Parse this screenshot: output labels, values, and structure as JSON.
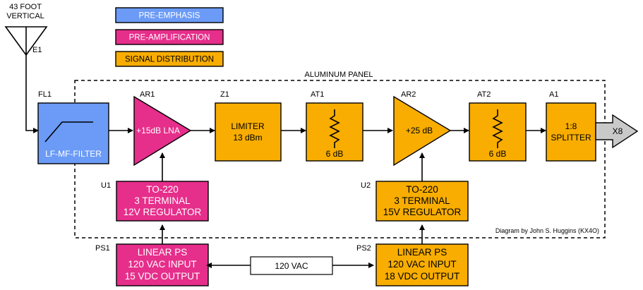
{
  "colors": {
    "blue": "#6b9bf7",
    "magenta": "#e62e8b",
    "orange": "#f8ad00",
    "gray": "#c9c9c9"
  },
  "antenna": {
    "title_line1": "43 FOOT",
    "title_line2": "VERTICAL",
    "ref": "E1"
  },
  "legend": [
    {
      "label": "PRE-EMPHASIS",
      "color": "blue"
    },
    {
      "label": "PRE-AMPLIFICATION",
      "color": "magenta"
    },
    {
      "label": "SIGNAL DISTRIBUTION",
      "color": "orange"
    }
  ],
  "panel": {
    "label": "ALUMINUM PANEL",
    "credit": "Diagram by John S. Huggins (KX4O)"
  },
  "filter": {
    "ref": "FL1",
    "label": "LF-MF-FILTER"
  },
  "lna": {
    "ref": "AR1",
    "label": "+15dB LNA"
  },
  "limiter": {
    "ref": "Z1",
    "line1": "LIMITER",
    "line2": "13 dBm"
  },
  "attenuator1": {
    "ref": "AT1",
    "value": "6 dB"
  },
  "amp2": {
    "ref": "AR2",
    "label": "+25 dB"
  },
  "attenuator2": {
    "ref": "AT2",
    "value": "6 dB"
  },
  "splitter": {
    "ref": "A1",
    "line1": "1:8",
    "line2": "SPLITTER"
  },
  "output": {
    "label": "X8"
  },
  "regulator1": {
    "ref": "U1",
    "line1": "TO-220",
    "line2": "3 TERMINAL",
    "line3": "12V REGULATOR"
  },
  "regulator2": {
    "ref": "U2",
    "line1": "TO-220",
    "line2": "3 TERMINAL",
    "line3": "15V REGULATOR"
  },
  "psu1": {
    "ref": "PS1",
    "line1": "LINEAR PS",
    "line2": "120 VAC INPUT",
    "line3": "15 VDC OUTPUT"
  },
  "psu2": {
    "ref": "PS2",
    "line1": "LINEAR PS",
    "line2": "120 VAC INPUT",
    "line3": "18 VDC OUTPUT"
  },
  "mains": {
    "label": "120 VAC"
  }
}
